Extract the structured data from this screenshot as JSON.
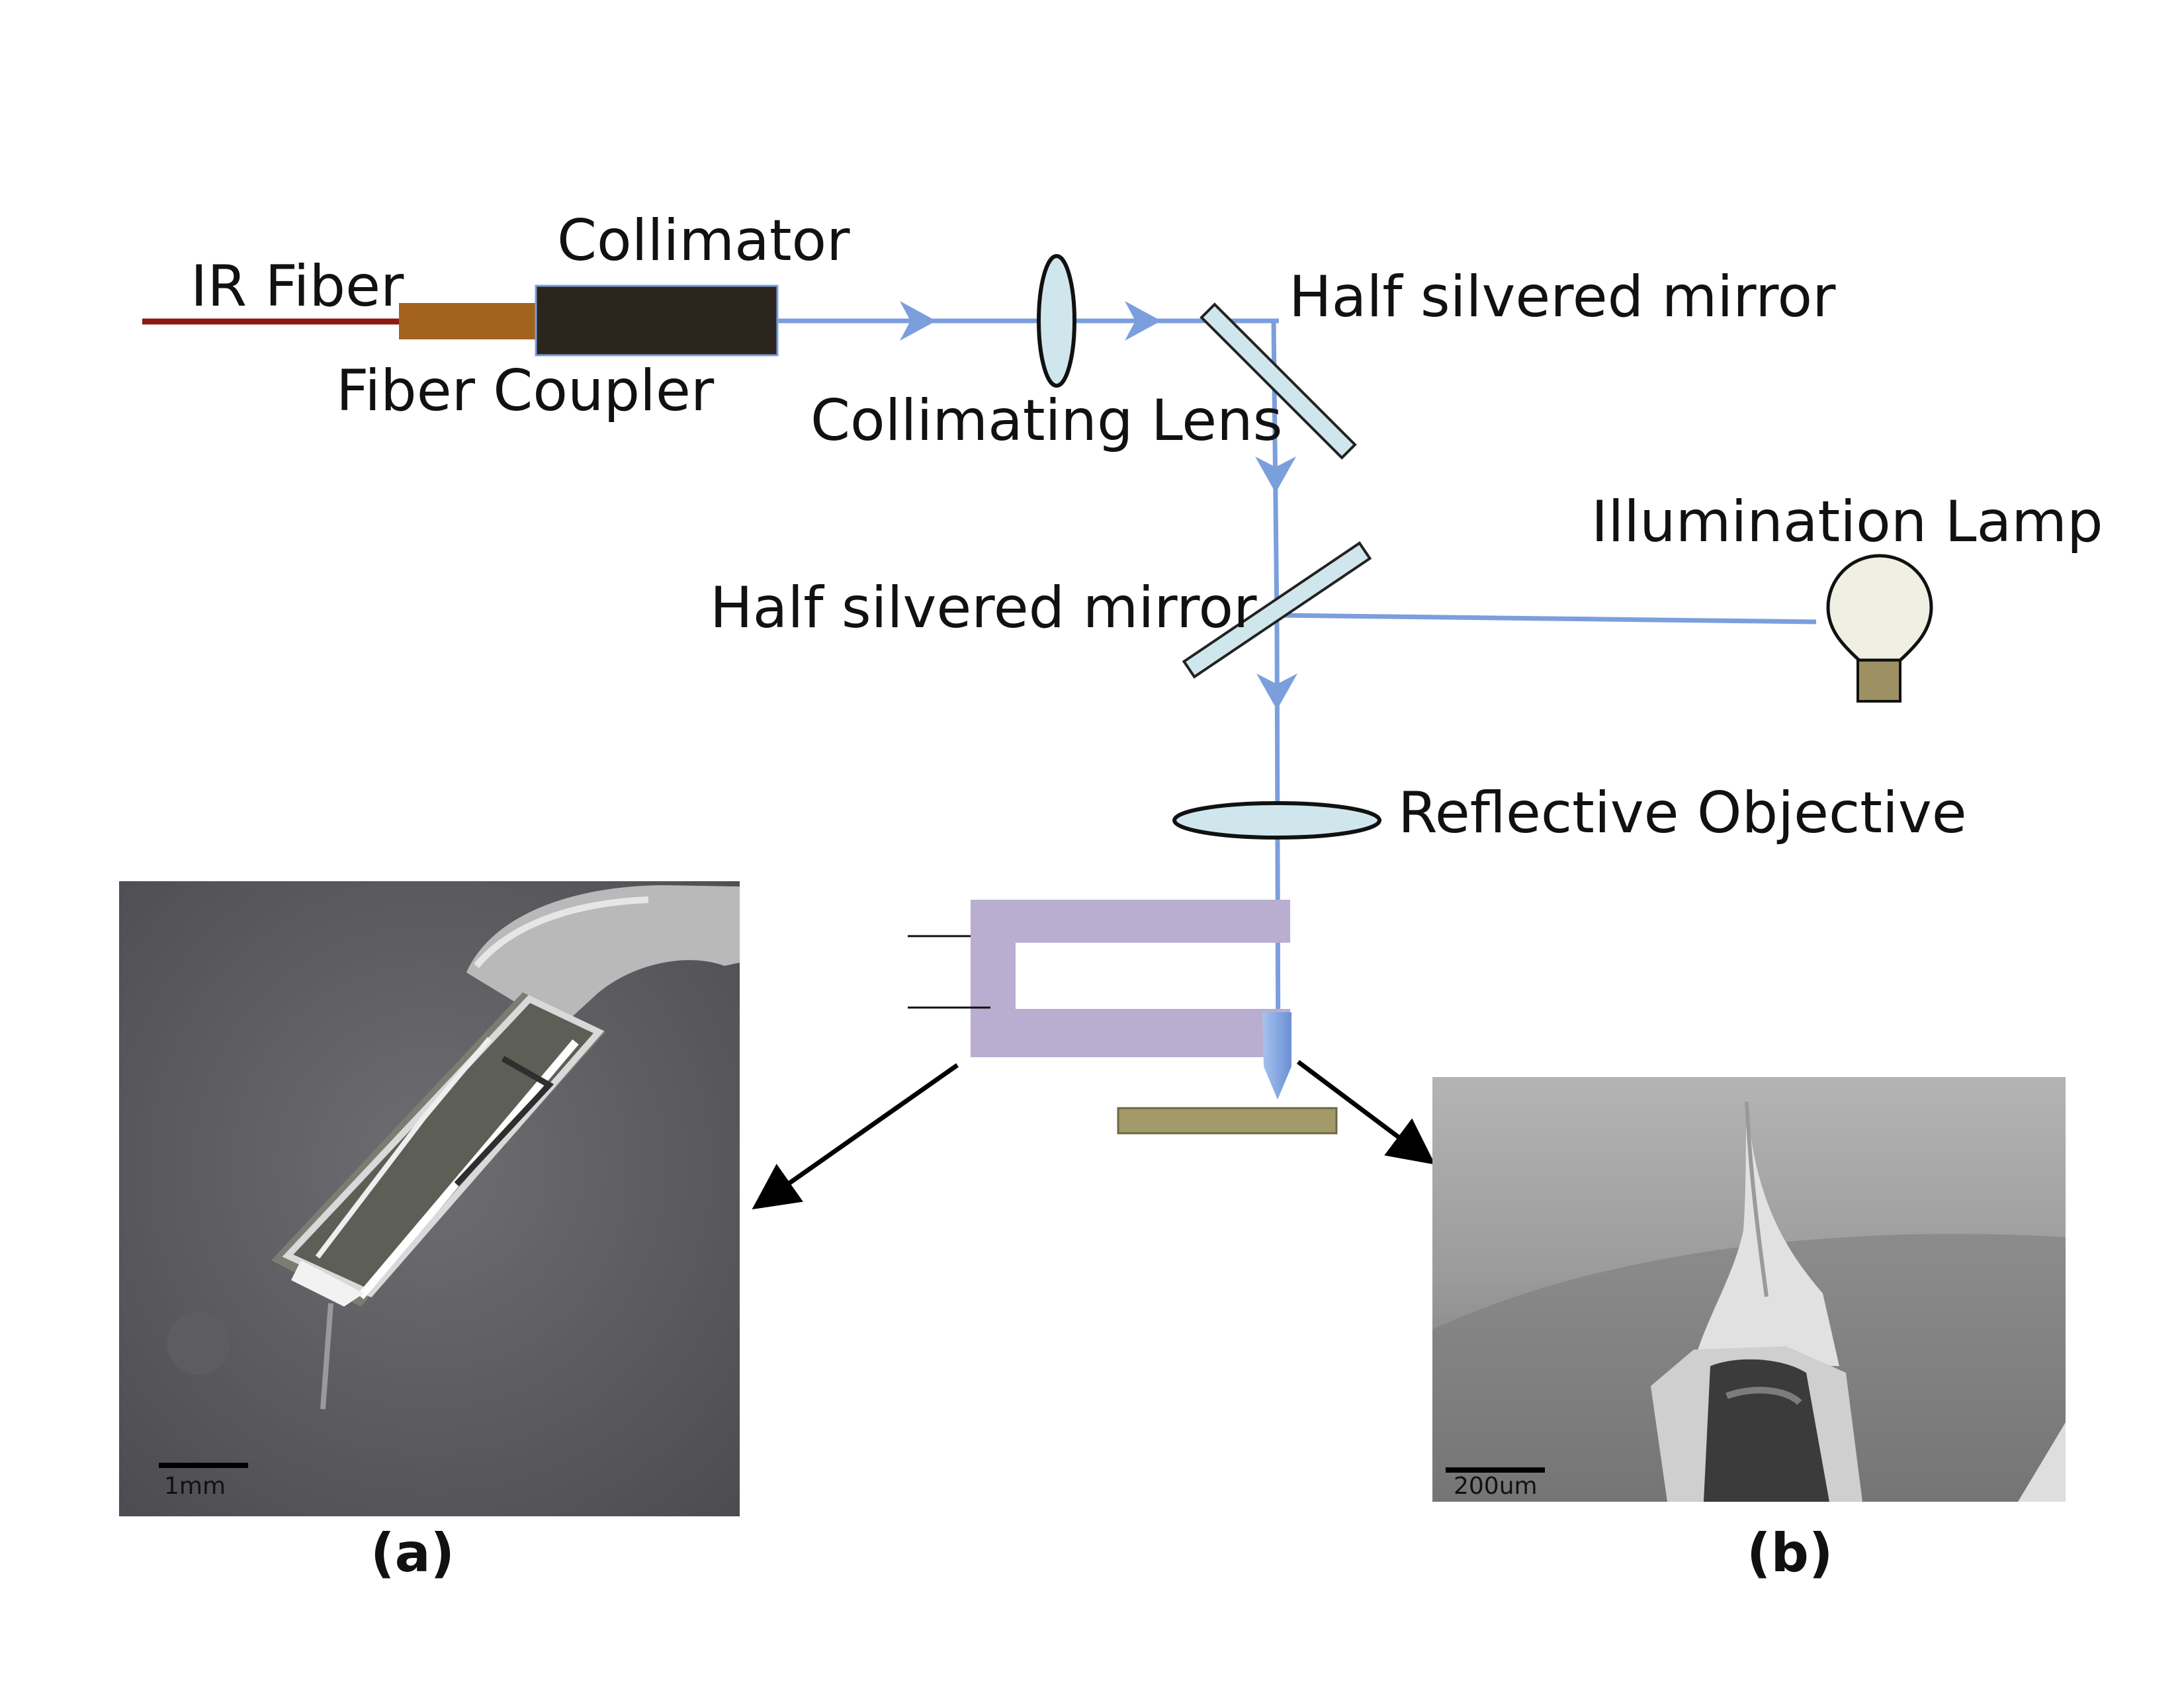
{
  "labels": {
    "ir_fiber": "IR Fiber",
    "collimator": "Collimator",
    "fiber_coupler": "Fiber Coupler",
    "collimating_lens": "Collimating Lens",
    "mirror_top": "Half silvered mirror",
    "mirror_middle": "Half silvered mirror",
    "illumination_lamp": "Illumination Lamp",
    "reflective_objective": "Reflective Objective"
  },
  "panels": {
    "a": {
      "caption": "(a)",
      "scale_bar": "1mm"
    },
    "b": {
      "caption": "(b)",
      "scale_bar": "200um"
    }
  },
  "colors": {
    "beam": "#7b9fdc",
    "ir_fiber": "#8b1a12",
    "fiber_coupler": "#a4621f",
    "collimator": "#2b251d",
    "optic_fill": "#cfe6ec",
    "lamp_globe": "#eff0e2",
    "lamp_base": "#9d9063",
    "holder": "#b9aed0",
    "sample": "#a39a6a"
  }
}
